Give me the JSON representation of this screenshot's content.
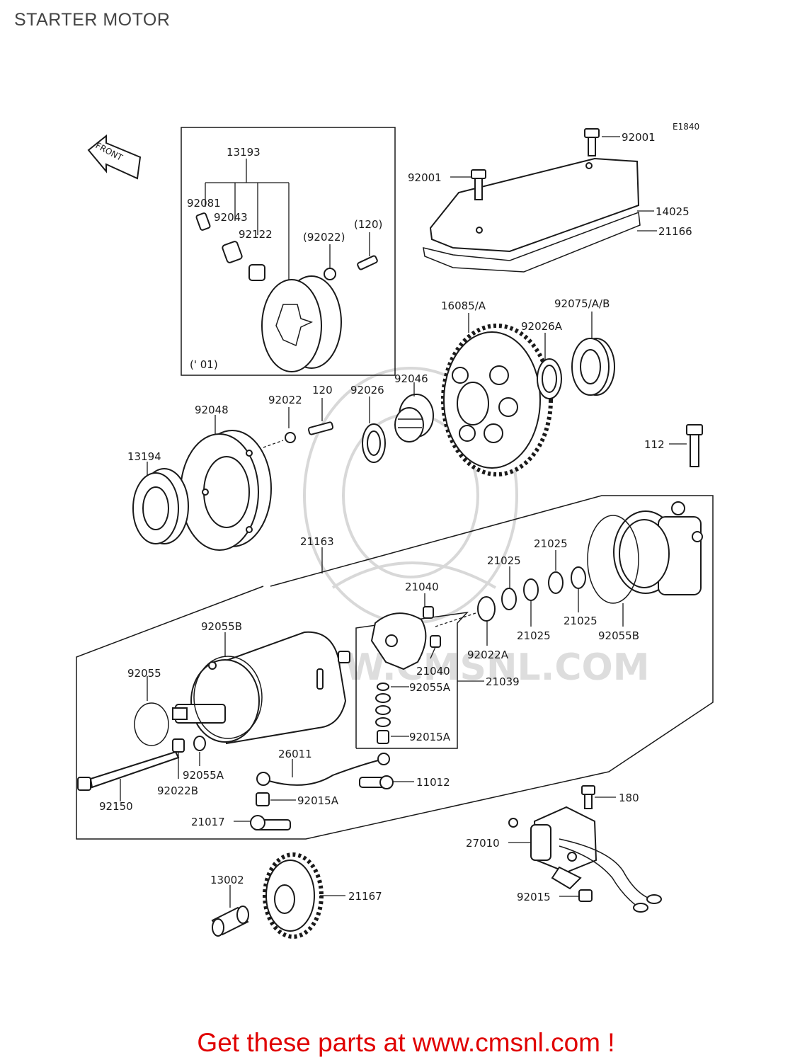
{
  "page": {
    "title": "STARTER MOTOR"
  },
  "diagram": {
    "code": "E1840",
    "front_label": "FRONT",
    "watermark": "WWW.CMSNL.COM",
    "labels": {
      "p13193": "13193",
      "p92081": "92081",
      "p92043": "92043",
      "p92122": "92122",
      "p92022_paren": "(92022)",
      "p120_paren": "(120)",
      "year01": "(' 01)",
      "p92001_a": "92001",
      "p92001_b": "92001",
      "p14025": "14025",
      "p21166": "21166",
      "p16085": "16085/A",
      "p92075": "92075/A/B",
      "p92026A": "92026A",
      "p92046": "92046",
      "p92026": "92026",
      "p120": "120",
      "p92022": "92022",
      "p92048": "92048",
      "p13194": "13194",
      "p112": "112",
      "p21163": "21163",
      "p21025_a": "21025",
      "p21025_b": "21025",
      "p21025_c": "21025",
      "p21025_d": "21025",
      "p21040_a": "21040",
      "p21040_b": "21040",
      "p92055B_a": "92055B",
      "p92055B_b": "92055B",
      "p92022A": "92022A",
      "p92055": "92055",
      "p92055A_a": "92055A",
      "p21039": "21039",
      "p92015A_a": "92015A",
      "p26011": "26011",
      "p92055A_b": "92055A",
      "p92022B": "92022B",
      "p11012": "11012",
      "p92150": "92150",
      "p92015A_b": "92015A",
      "p21017": "21017",
      "p180": "180",
      "p27010": "27010",
      "p13002": "13002",
      "p21167": "21167",
      "p92015": "92015"
    }
  },
  "footer": {
    "promo": "Get these parts at www.cmsnl.com !"
  },
  "colors": {
    "promo": "#e00000",
    "ink": "#1a1a1a"
  }
}
